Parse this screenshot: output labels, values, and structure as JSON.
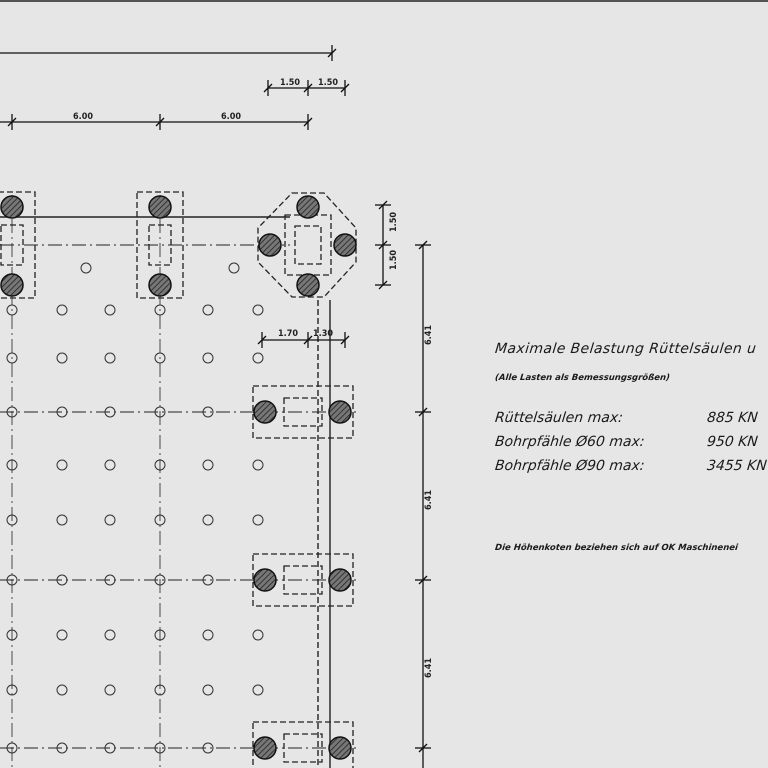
{
  "drawing": {
    "dimensions": {
      "span_1": "6.00",
      "span_2": "6.00",
      "top_offset_1": "1.50",
      "top_offset_2": "1.50",
      "side_offset_1": "1.50",
      "side_offset_2": "1.50",
      "mid_offset_1": "1.70",
      "mid_offset_2": "1.30",
      "vertical_span_1": "6.41",
      "vertical_span_2": "6.41",
      "vertical_span_3": "6.41"
    }
  },
  "notes": {
    "title": "Maximale Belastung Rüttelsäulen u",
    "subtitle": "(Alle Lasten als Bemessungsgrößen)",
    "loads": [
      {
        "label": "Rüttelsäulen max:",
        "value": "885 KN"
      },
      {
        "label": "Bohrpfähle Ø60 max:",
        "value": "950 KN"
      },
      {
        "label": "Bohrpfähle Ø90 max:",
        "value": "3455 KN"
      }
    ],
    "footnote": "Die Höhenkoten beziehen sich auf OK Maschinenei"
  }
}
